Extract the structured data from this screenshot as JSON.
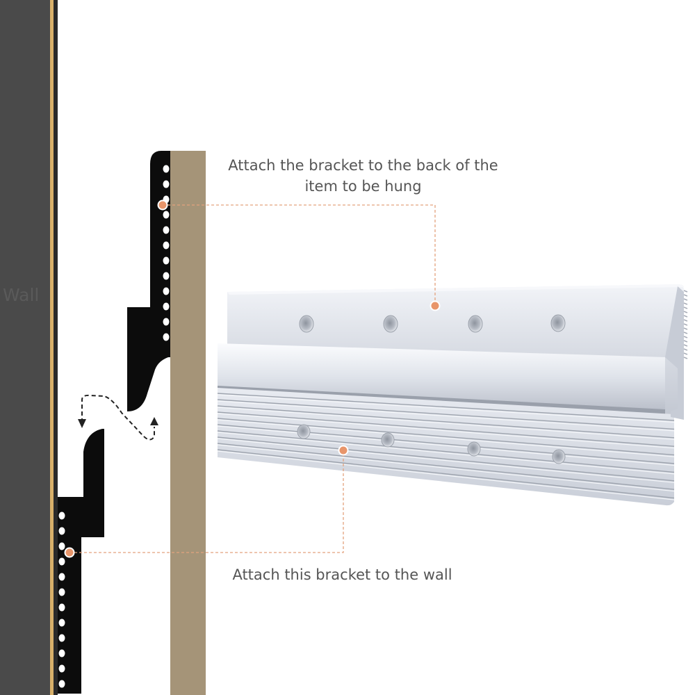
{
  "labels": {
    "wall": "Wall",
    "top_caption_line1": "Attach the bracket to the back of the",
    "top_caption_line2": "item to be hung",
    "bottom_caption": "Attach this bracket to the wall"
  },
  "colors": {
    "wall": "#4a4a4a",
    "wall_edge": "#d8b06a",
    "board": "#a59478",
    "bracket_section": "#0c0c0c",
    "leader": "#e3a27d",
    "marker": "#e8956a",
    "arrow": "#222222",
    "aluminum": "#dde1e8"
  }
}
